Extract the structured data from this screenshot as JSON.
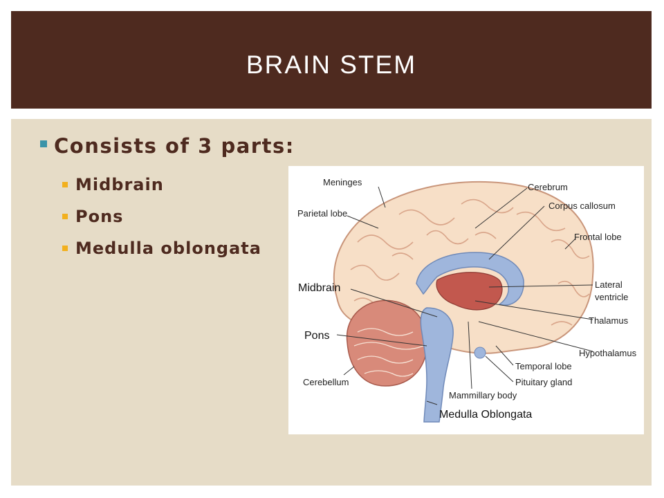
{
  "slide": {
    "title": "BRAIN STEM",
    "main_bullet": "Consists of 3 parts:",
    "sub_bullets": [
      "Midbrain",
      "Pons",
      "Medulla oblongata"
    ]
  },
  "diagram": {
    "labels": {
      "meninges": "Meninges",
      "cerebrum": "Cerebrum",
      "parietal_lobe": "Parietal lobe",
      "corpus_callosum": "Corpus callosum",
      "frontal_lobe": "Frontal lobe",
      "midbrain": "Midbrain",
      "lateral": "Lateral",
      "ventricle": "ventricle",
      "thalamus": "Thalamus",
      "pons": "Pons",
      "hypothalamus": "Hypothalamus",
      "temporal_lobe": "Temporal lobe",
      "cerebellum": "Cerebellum",
      "pituitary_gland": "Pituitary gland",
      "mammillary_body": "Mammillary body",
      "medulla_oblongata": "Medulla Oblongata"
    }
  },
  "colors": {
    "title_bar": "#4e2a1f",
    "panel": "#e6dcc7",
    "main_bullet_square": "#3a93a8",
    "sub_bullet_square": "#f2b01e",
    "text": "#4e2a1f"
  }
}
